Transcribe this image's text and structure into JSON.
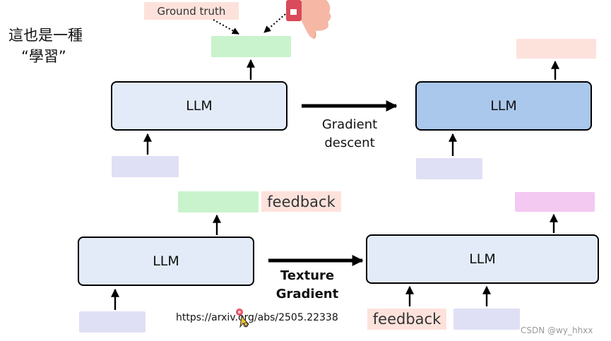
{
  "top_note": {
    "line1": "這也是一種",
    "line2": "“學習”"
  },
  "ground_truth_label": "Ground truth",
  "row1": {
    "llm_before": "LLM",
    "llm_after": "LLM",
    "arrow_label_line1": "Gradient",
    "arrow_label_line2": "descent"
  },
  "row2": {
    "llm_before": "LLM",
    "llm_after": "LLM",
    "feedback_tag_top": "feedback",
    "feedback_tag_bottom": "feedback",
    "arrow_label_line1": "Texture",
    "arrow_label_line2": "Gradient"
  },
  "url_text": "https://arxiv.org/abs/2505.22338",
  "watermark": "CSDN @wy_hhxx",
  "colors": {
    "llm_fill": "#e3ebf9",
    "llm_updated_fill": "#aac7ec",
    "input_fill": "#dfe0f5",
    "output_correct_fill": "#c9f3cd",
    "output_wrong_fill": "#fde2dc",
    "output_new_fill": "#f3c8f1"
  }
}
